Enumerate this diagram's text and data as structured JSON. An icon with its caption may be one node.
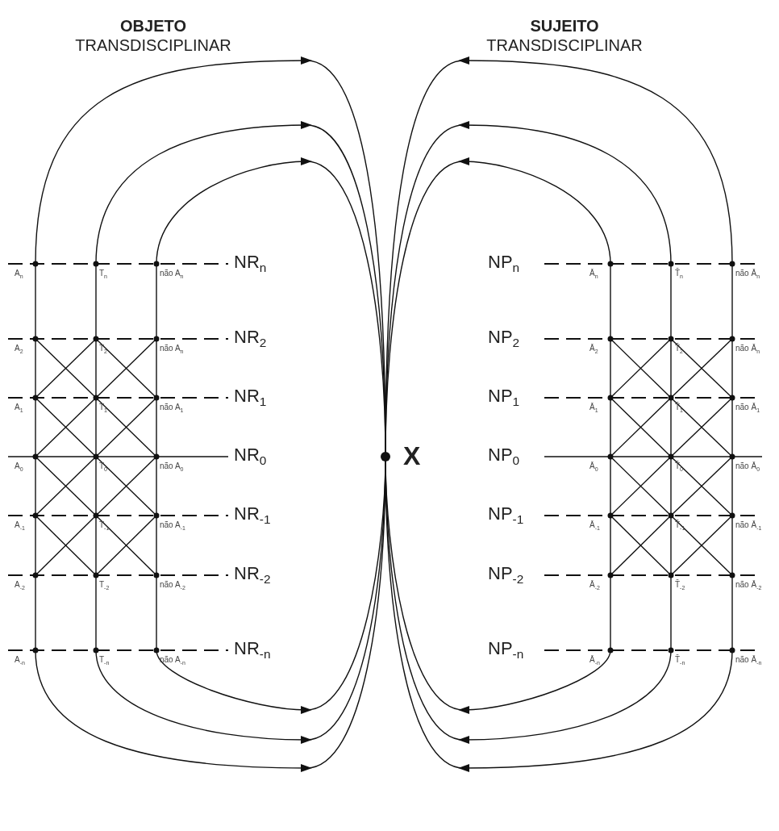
{
  "diagram": {
    "labels": [
      "**OBJETO** TRANSDISCIPLINAR",
      "**SUJEITO** TRANSDISCIPLINAR",
      "A$_{n}$",
      "T$_{n}$",
      "não A$_{n}$",
      "NR$_{n}$",
      "NP$_{n}$",
      "Ā$_{n}$",
      "T̄$_{n}$",
      "não Ā$_{n}$",
      "A$_{2}$",
      "T$_{2}$",
      "não A$_{n}$",
      "NR$_{2}$",
      "NP$_{2}$",
      "Ā$_{2}$",
      "T̄$_{2}$",
      "não Ā$_{n}$",
      "A$_{1}$",
      "T$_{1}$",
      "não A$_{1}$",
      "NR$_{1}$",
      "NP$_{1}$",
      "Ā$_{1}$",
      "T̄$_{1}$",
      "não Ā$_{1}$",
      "A$_{0}$",
      "T$_{0}$",
      "não A$_{0}$",
      "NR$_{0}$",
      "X",
      "NP$_{0}$",
      "Ā$_{0}$",
      "T̄$_{0}$",
      "não Ā$_{0}$",
      "A$_{-1}$",
      "T$_{-1}$",
      "não A$_{-1}$",
      "NR$_{-1}$",
      "NP$_{-1}$",
      "Ā$_{-1}$",
      "T̄$_{-1}$",
      "não Ā$_{-1}$",
      "A$_{-2}$",
      "T$_{-2}$",
      "não A$_{-2}$",
      "NR$_{-2}$",
      "NP$_{-2}$",
      "Ā$_{-2}$",
      "T̄$_{-2}$",
      "não Ā$_{-2}$",
      "A$_{-n}$",
      "T$_{-n}$",
      "não A$_{-n}$",
      "NR$_{-n}$",
      "NP$_{-n}$",
      "Ā$_{-n}$",
      "T̄$_{-n}$",
      "não Ā$_{-n}$"
    ]
  }
}
